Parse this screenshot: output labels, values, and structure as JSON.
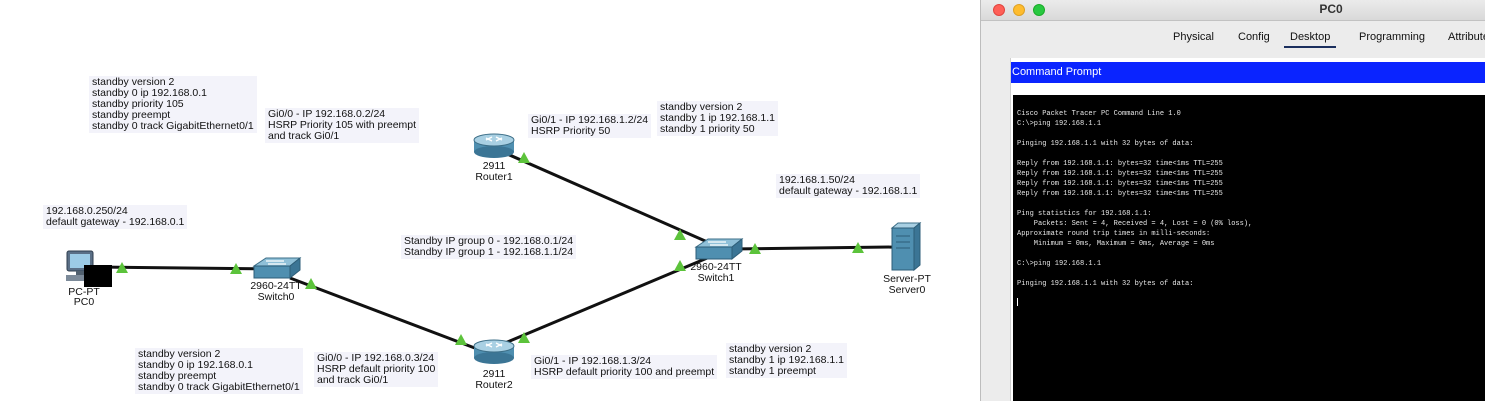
{
  "window": {
    "title": "PC0",
    "tabs": [
      "Physical",
      "Config",
      "Desktop",
      "Programming",
      "Attributes"
    ],
    "active_tab": "Desktop",
    "panel_title": "Command Prompt",
    "console_text": "Cisco Packet Tracer PC Command Line 1.0\nC:\\>ping 192.168.1.1\n\nPinging 192.168.1.1 with 32 bytes of data:\n\nReply from 192.168.1.1: bytes=32 time<1ms TTL=255\nReply from 192.168.1.1: bytes=32 time<1ms TTL=255\nReply from 192.168.1.1: bytes=32 time<1ms TTL=255\nReply from 192.168.1.1: bytes=32 time<1ms TTL=255\n\nPing statistics for 192.168.1.1:\n    Packets: Sent = 4, Received = 4, Lost = 0 (0% loss),\nApproximate round trip times in milli-seconds:\n    Minimum = 0ms, Maximum = 0ms, Average = 0ms\n\nC:\\>ping 192.168.1.1\n\nPinging 192.168.1.1 with 32 bytes of data:"
  },
  "devices": {
    "pc0": {
      "model": "PC-PT",
      "name": "PC0",
      "icon": "pc-icon"
    },
    "switch0": {
      "model": "2960-24TT",
      "name": "Switch0",
      "icon": "switch-icon"
    },
    "router1": {
      "model": "2911",
      "name": "Router1",
      "icon": "router-icon"
    },
    "router2": {
      "model": "2911",
      "name": "Router2",
      "icon": "router-icon"
    },
    "switch1": {
      "model": "2960-24TT",
      "name": "Switch1",
      "icon": "switch-icon"
    },
    "server0": {
      "model": "Server-PT",
      "name": "Server0",
      "icon": "server-icon"
    }
  },
  "notes": {
    "r1_config": "standby version 2\nstandby 0 ip 192.168.0.1\nstandby priority 105\nstandby preempt\nstandby 0 track GigabitEthernet0/1",
    "r1_gi00": "Gi0/0 - IP 192.168.0.2/24\nHSRP Priority 105 with preempt\nand track Gi0/1",
    "r1_gi01": "Gi0/1 - IP 192.168.1.2/24\nHSRP Priority 50",
    "r1_standby1": "standby version 2\nstandby 1 ip 192.168.1.1\nstandby 1 priority 50",
    "pc_ip": "192.168.0.250/24\ndefault gateway - 192.168.0.1",
    "server_ip": "192.168.1.50/24\ndefault gateway - 192.168.1.1",
    "standby_groups": "Standby IP group 0 - 192.168.0.1/24\nStandby IP group 1 - 192.168.1.1/24",
    "r2_config": "standby version 2\nstandby 0 ip 192.168.0.1\nstandby preempt\nstandby 0 track GigabitEthernet0/1",
    "r2_gi00": "Gi0/0 - IP 192.168.0.3/24\nHSRP default priority 100\nand track Gi0/1",
    "r2_gi01": "Gi0/1 - IP 192.168.1.3/24\nHSRP default priority 100 and preempt",
    "r2_standby1": "standby version 2\nstandby 1 ip 192.168.1.1\nstandby 1 preempt"
  },
  "colors": {
    "link": "#111111",
    "link_up": "#5cc33b",
    "cp_header": "#0a24ff",
    "device_blue": "#4f8fb0"
  }
}
